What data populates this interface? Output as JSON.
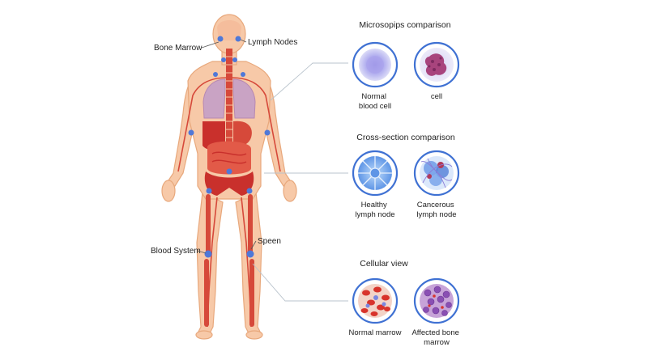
{
  "body_labels": {
    "bone_marrow": "Bone Marrow",
    "lymph_nodes": "Lymph Nodes",
    "blood_system": "Blood System",
    "spleen": "Speen"
  },
  "panels": [
    {
      "title": "Microsopips comparison",
      "items": [
        {
          "lines": [
            "Normal",
            "blood cell"
          ]
        },
        {
          "lines": [
            "cell"
          ]
        }
      ]
    },
    {
      "title": "Cross-section comparison",
      "items": [
        {
          "lines": [
            "Healthy",
            "lymph node"
          ]
        },
        {
          "lines": [
            "Cancerous",
            "lymph node"
          ]
        }
      ]
    },
    {
      "title": "Cellular view",
      "items": [
        {
          "lines": [
            "Normal marrow"
          ]
        },
        {
          "lines": [
            "Affected bone",
            "marrow"
          ]
        }
      ]
    }
  ],
  "colors": {
    "skin": "#f7c9a8",
    "skin_outline": "#e8a87c",
    "vessel": "#d6493a",
    "organ_red": "#c9302c",
    "lung": "#c9a3c4",
    "node_blue": "#4f78d8",
    "connector": "#b9c3cc"
  }
}
